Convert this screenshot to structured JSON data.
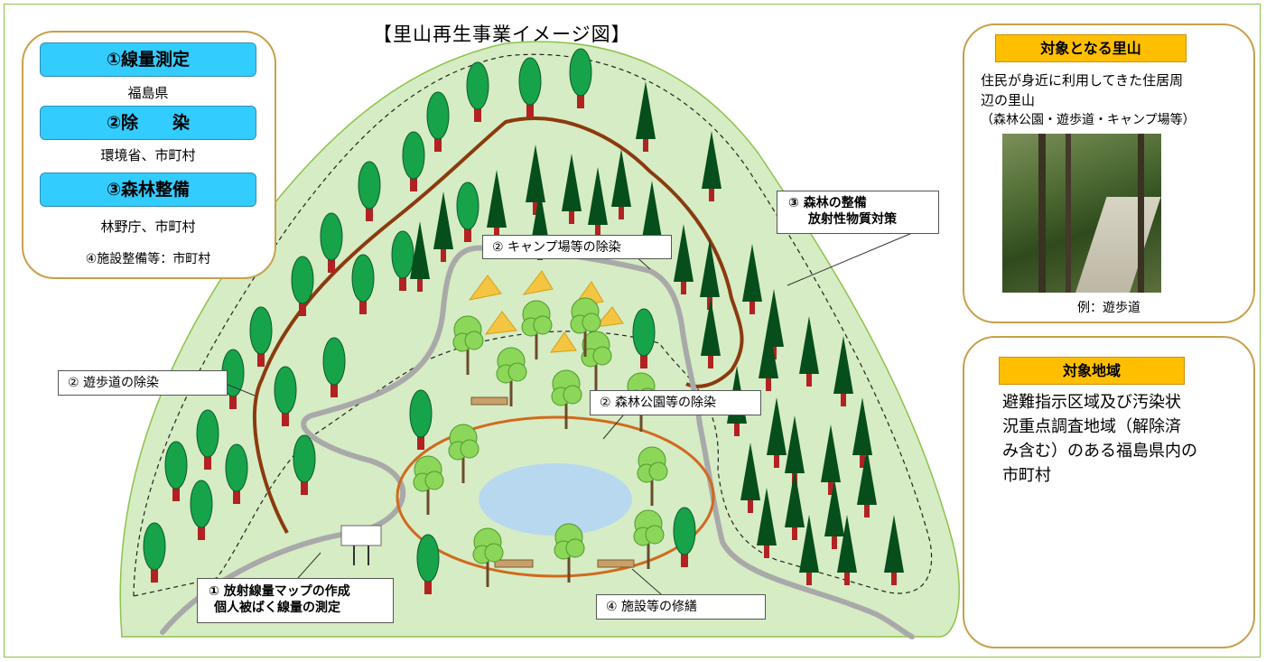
{
  "title": "【里山再生事業イメージ図】",
  "roles": [
    {
      "label": "①線量測定",
      "org": "福島県"
    },
    {
      "label": "②除　　染",
      "org": "環境省、市町村"
    },
    {
      "label": "③森林整備",
      "org": "林野庁、市町村"
    }
  ],
  "role4": "④施設整備等：市町村",
  "callouts": {
    "camp": "② キャンプ場等の除染",
    "forest_line1": "③ 森林の整備",
    "forest_line2": "放射性物質対策",
    "trail": "② 遊歩道の除染",
    "park": "② 森林公園等の除染",
    "map_line1": "① 放射線量マップの作成",
    "map_line2": "個人被ばく線量の測定",
    "repair": "④ 施設等の修繕"
  },
  "target_satoyama": {
    "header": "対象となる里山",
    "desc_line1": "住民が身近に利用してきた住居周",
    "desc_line2": "辺の里山",
    "desc_line3": "（森林公園・遊歩道・キャンプ場等）",
    "photo_caption": "例：遊歩道"
  },
  "target_area": {
    "header": "対象地域",
    "line1": "避難指示区域及び汚染状",
    "line2": "況重点調査地域（解除済",
    "line3": "み含む）のある福島県内の",
    "line4": "市町村"
  },
  "colors": {
    "frame": "#8bc34a",
    "mountain": "#d6ecc4",
    "round_tree": "#16a34a",
    "conifer": "#064e1c",
    "trunk": "#b22222",
    "trail": "#a9a9a9",
    "brown_trail": "#8b3a0f",
    "orange_trail": "#d2691e",
    "pond": "#b8d8f0",
    "tent": "#f4c542",
    "role_header": "#33ccff",
    "target_header": "#ffbf00",
    "map_green": "#7fdc2e",
    "map_yellow": "#f7f08a"
  }
}
